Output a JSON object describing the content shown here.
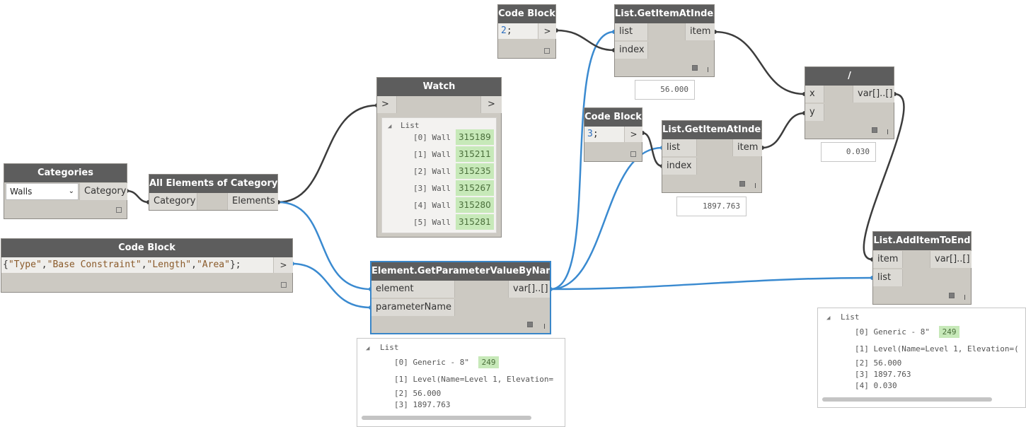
{
  "nodes": {
    "code_block_top": {
      "title": "Code Block",
      "code_num": "2",
      "code_rest": ";",
      "out": ">"
    },
    "get_item_top": {
      "title": "List.GetItemAtIndex",
      "in1": "list",
      "in2": "index",
      "out": "item",
      "preview": "56.000"
    },
    "divide": {
      "title": "/",
      "in1": "x",
      "in2": "y",
      "out": "var[]..[]",
      "preview": "0.030"
    },
    "code_block_mid": {
      "title": "Code Block",
      "code_num": "3",
      "code_rest": ";",
      "out": ">"
    },
    "get_item_mid": {
      "title": "List.GetItemAtIndex",
      "in1": "list",
      "in2": "index",
      "out": "item",
      "preview": "1897.763"
    },
    "watch": {
      "title": "Watch",
      "in": ">",
      "out": ">",
      "list_label": "List",
      "rows": [
        {
          "idx": "[0] Wall",
          "val": "315189"
        },
        {
          "idx": "[1] Wall",
          "val": "315211"
        },
        {
          "idx": "[2] Wall",
          "val": "315235"
        },
        {
          "idx": "[3] Wall",
          "val": "315267"
        },
        {
          "idx": "[4] Wall",
          "val": "315280"
        },
        {
          "idx": "[5] Wall",
          "val": "315281"
        }
      ]
    },
    "categories": {
      "title": "Categories",
      "selected": "Walls",
      "out": "Category"
    },
    "all_elements": {
      "title": "All Elements of Category",
      "in": "Category",
      "out": "Elements"
    },
    "code_block_strings": {
      "title": "Code Block",
      "s1": "\"Type\"",
      "s2": "\"Base Constraint\"",
      "s3": "\"Length\"",
      "s4": "\"Area\"",
      "out": ">"
    },
    "get_param": {
      "title": "Element.GetParameterValueByName",
      "in1": "element",
      "in2": "parameterName",
      "out": "var[]..[]",
      "list_label": "List",
      "rows": [
        "[0] Generic - 8\"",
        "[1] Level(Name=Level 1, Elevation=",
        "[2] 56.000",
        "[3] 1897.763"
      ],
      "badge": "249"
    },
    "add_item": {
      "title": "List.AddItemToEnd",
      "in1": "item",
      "in2": "list",
      "out": "var[]..[]",
      "list_label": "List",
      "rows": [
        "[0] Generic - 8\"",
        "[1] Level(Name=Level 1, Elevation=(",
        "[2] 56.000",
        "[3] 1897.763",
        "[4] 0.030"
      ],
      "badge": "249"
    }
  },
  "colors": {
    "wire_dark": "#3c3c3c",
    "wire_blue": "#3a8ad0",
    "header": "#5d5d5d",
    "node_body": "#ccc9c2"
  }
}
